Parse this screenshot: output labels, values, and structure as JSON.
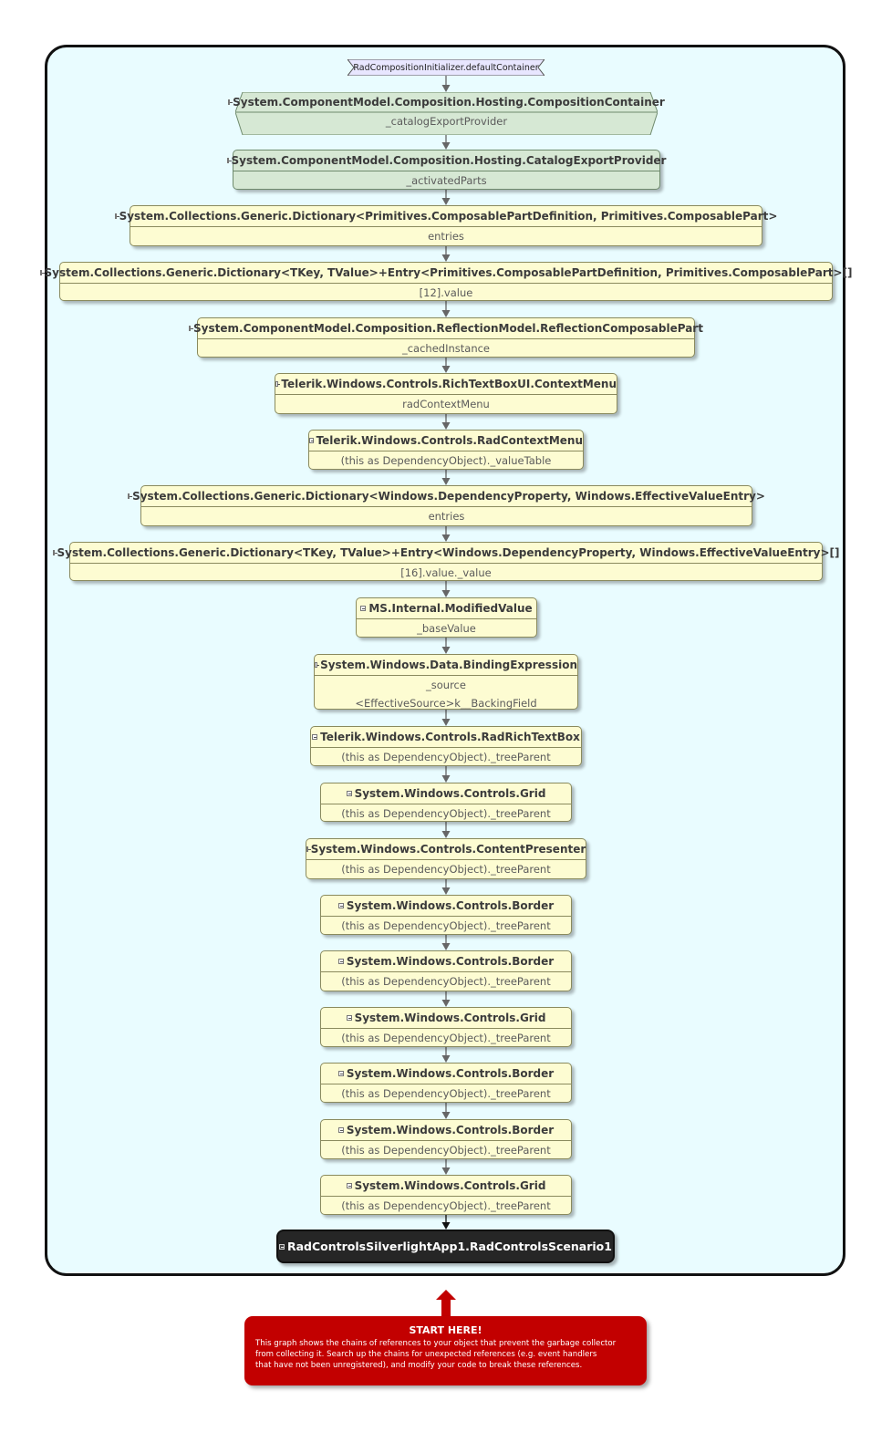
{
  "root_label": "RadCompositionInitializer.defaultContainer",
  "nodes": [
    {
      "type": "System.ComponentModel.Composition.Hosting.CompositionContainer",
      "fields": [
        "_catalogExportProvider"
      ],
      "style": "hex"
    },
    {
      "type": "System.ComponentModel.Composition.Hosting.CatalogExportProvider",
      "fields": [
        "_activatedParts"
      ],
      "style": "green"
    },
    {
      "type": "System.Collections.Generic.Dictionary<Primitives.ComposablePartDefinition,  Primitives.ComposablePart>",
      "fields": [
        "entries"
      ],
      "style": "yellow"
    },
    {
      "type": "System.Collections.Generic.Dictionary<TKey,  TValue>+Entry<Primitives.ComposablePartDefinition,  Primitives.ComposablePart>[]",
      "fields": [
        "[12].value"
      ],
      "style": "yellow"
    },
    {
      "type": "System.ComponentModel.Composition.ReflectionModel.ReflectionComposablePart",
      "fields": [
        "_cachedInstance"
      ],
      "style": "yellow"
    },
    {
      "type": "Telerik.Windows.Controls.RichTextBoxUI.ContextMenu",
      "fields": [
        "radContextMenu"
      ],
      "style": "yellow"
    },
    {
      "type": "Telerik.Windows.Controls.RadContextMenu",
      "fields": [
        "(this as DependencyObject)._valueTable"
      ],
      "style": "yellow"
    },
    {
      "type": "System.Collections.Generic.Dictionary<Windows.DependencyProperty,  Windows.EffectiveValueEntry>",
      "fields": [
        "entries"
      ],
      "style": "yellow"
    },
    {
      "type": "System.Collections.Generic.Dictionary<TKey,  TValue>+Entry<Windows.DependencyProperty,  Windows.EffectiveValueEntry>[]",
      "fields": [
        "[16].value._value"
      ],
      "style": "yellow"
    },
    {
      "type": "MS.Internal.ModifiedValue",
      "fields": [
        "_baseValue"
      ],
      "style": "yellow"
    },
    {
      "type": "System.Windows.Data.BindingExpression",
      "fields": [
        "_source",
        "<EffectiveSource>k__BackingField"
      ],
      "style": "yellow"
    },
    {
      "type": "Telerik.Windows.Controls.RadRichTextBox",
      "fields": [
        "(this as DependencyObject)._treeParent"
      ],
      "style": "yellow"
    },
    {
      "type": "System.Windows.Controls.Grid",
      "fields": [
        "(this as DependencyObject)._treeParent"
      ],
      "style": "yellow"
    },
    {
      "type": "System.Windows.Controls.ContentPresenter",
      "fields": [
        "(this as DependencyObject)._treeParent"
      ],
      "style": "yellow"
    },
    {
      "type": "System.Windows.Controls.Border",
      "fields": [
        "(this as DependencyObject)._treeParent"
      ],
      "style": "yellow"
    },
    {
      "type": "System.Windows.Controls.Border",
      "fields": [
        "(this as DependencyObject)._treeParent"
      ],
      "style": "yellow"
    },
    {
      "type": "System.Windows.Controls.Grid",
      "fields": [
        "(this as DependencyObject)._treeParent"
      ],
      "style": "yellow"
    },
    {
      "type": "System.Windows.Controls.Border",
      "fields": [
        "(this as DependencyObject)._treeParent"
      ],
      "style": "yellow"
    },
    {
      "type": "System.Windows.Controls.Border",
      "fields": [
        "(this as DependencyObject)._treeParent"
      ],
      "style": "yellow"
    },
    {
      "type": "System.Windows.Controls.Grid",
      "fields": [
        "(this as DependencyObject)._treeParent"
      ],
      "style": "yellow"
    }
  ],
  "target_label": "RadControlsSilverlightApp1.RadControlsScenario1",
  "start_here": {
    "title": "START HERE!",
    "text": "This graph shows the chains of references to your object that prevent the garbage collector\nfrom collecting it. Search up the chains for unexpected references (e.g. event handlers\nthat have not been unregistered), and modify your code to break these references."
  },
  "colors": {
    "background": "#e9fcff",
    "node_yellow": "#fdfcd2",
    "node_green": "#d6e8d4",
    "target": "#262626",
    "start_box": "#c20000",
    "root": "#e8e6ff"
  }
}
